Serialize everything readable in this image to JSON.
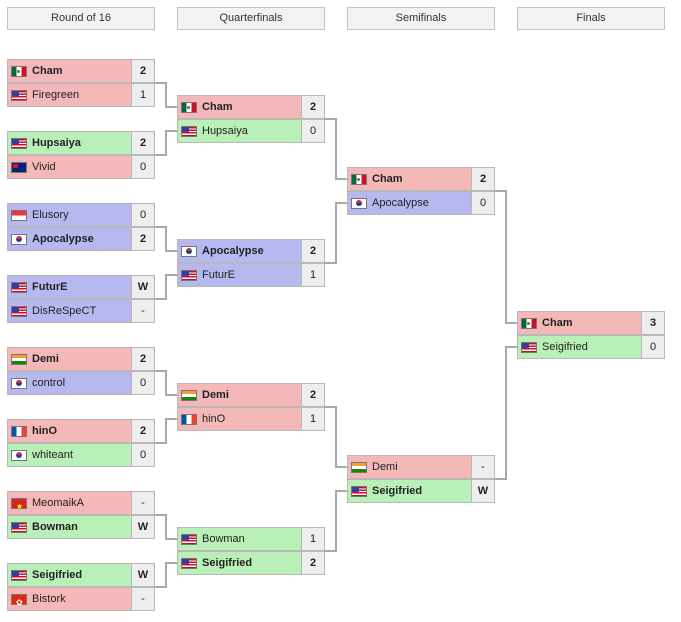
{
  "colors": {
    "red": "#f4b8b8",
    "green": "#b8f0b8",
    "blue": "#b8b8f0",
    "connector": "#a8a8a8"
  },
  "rounds": [
    {
      "name": "Round of 16",
      "matches": [
        {
          "players": [
            {
              "name": "Cham",
              "flag": "mx-flag-icon",
              "color": "red",
              "score": "2",
              "win": true
            },
            {
              "name": "Firegreen",
              "flag": "us-flag-icon",
              "color": "red",
              "score": "1",
              "win": false
            }
          ]
        },
        {
          "players": [
            {
              "name": "Hupsaiya",
              "flag": "us-flag-icon",
              "color": "green",
              "score": "2",
              "win": true
            },
            {
              "name": "Vivid",
              "flag": "au-flag-icon",
              "color": "red",
              "score": "0",
              "win": false
            }
          ]
        },
        {
          "players": [
            {
              "name": "Elusory",
              "flag": "sg-flag-icon",
              "color": "blue",
              "score": "0",
              "win": false
            },
            {
              "name": "Apocalypse",
              "flag": "kr-flag-icon",
              "color": "blue",
              "score": "2",
              "win": true
            }
          ]
        },
        {
          "players": [
            {
              "name": "FuturE",
              "flag": "us-flag-icon",
              "color": "blue",
              "score": "W",
              "win": true
            },
            {
              "name": "DisReSpeCT",
              "flag": "us-flag-icon",
              "color": "blue",
              "score": "-",
              "win": false
            }
          ]
        },
        {
          "players": [
            {
              "name": "Demi",
              "flag": "in-flag-icon",
              "color": "red",
              "score": "2",
              "win": true
            },
            {
              "name": "control",
              "flag": "kr-flag-icon",
              "color": "blue",
              "score": "0",
              "win": false
            }
          ]
        },
        {
          "players": [
            {
              "name": "hinO",
              "flag": "fr-flag-icon",
              "color": "red",
              "score": "2",
              "win": true
            },
            {
              "name": "whiteant",
              "flag": "kr-flag-icon",
              "color": "green",
              "score": "0",
              "win": false
            }
          ]
        },
        {
          "players": [
            {
              "name": "MeomaikA",
              "flag": "vn-flag-icon",
              "color": "red",
              "score": "-",
              "win": false
            },
            {
              "name": "Bowman",
              "flag": "us-flag-icon",
              "color": "green",
              "score": "W",
              "win": true
            }
          ]
        },
        {
          "players": [
            {
              "name": "Seigifried",
              "flag": "us-flag-icon",
              "color": "green",
              "score": "W",
              "win": true
            },
            {
              "name": "Bistork",
              "flag": "hk-flag-icon",
              "color": "red",
              "score": "-",
              "win": false
            }
          ]
        }
      ]
    },
    {
      "name": "Quarterfinals",
      "matches": [
        {
          "players": [
            {
              "name": "Cham",
              "flag": "mx-flag-icon",
              "color": "red",
              "score": "2",
              "win": true
            },
            {
              "name": "Hupsaiya",
              "flag": "us-flag-icon",
              "color": "green",
              "score": "0",
              "win": false
            }
          ]
        },
        {
          "players": [
            {
              "name": "Apocalypse",
              "flag": "kr-flag-icon",
              "color": "blue",
              "score": "2",
              "win": true
            },
            {
              "name": "FuturE",
              "flag": "us-flag-icon",
              "color": "blue",
              "score": "1",
              "win": false
            }
          ]
        },
        {
          "players": [
            {
              "name": "Demi",
              "flag": "in-flag-icon",
              "color": "red",
              "score": "2",
              "win": true
            },
            {
              "name": "hinO",
              "flag": "fr-flag-icon",
              "color": "red",
              "score": "1",
              "win": false
            }
          ]
        },
        {
          "players": [
            {
              "name": "Bowman",
              "flag": "us-flag-icon",
              "color": "green",
              "score": "1",
              "win": false
            },
            {
              "name": "Seigifried",
              "flag": "us-flag-icon",
              "color": "green",
              "score": "2",
              "win": true
            }
          ]
        }
      ]
    },
    {
      "name": "Semifinals",
      "matches": [
        {
          "players": [
            {
              "name": "Cham",
              "flag": "mx-flag-icon",
              "color": "red",
              "score": "2",
              "win": true
            },
            {
              "name": "Apocalypse",
              "flag": "kr-flag-icon",
              "color": "blue",
              "score": "0",
              "win": false
            }
          ]
        },
        {
          "players": [
            {
              "name": "Demi",
              "flag": "in-flag-icon",
              "color": "red",
              "score": "-",
              "win": false
            },
            {
              "name": "Seigifried",
              "flag": "us-flag-icon",
              "color": "green",
              "score": "W",
              "win": true
            }
          ]
        }
      ]
    },
    {
      "name": "Finals",
      "matches": [
        {
          "players": [
            {
              "name": "Cham",
              "flag": "mx-flag-icon",
              "color": "red",
              "score": "3",
              "win": true
            },
            {
              "name": "Seigifried",
              "flag": "us-flag-icon",
              "color": "green",
              "score": "0",
              "win": false
            }
          ]
        }
      ]
    }
  ]
}
